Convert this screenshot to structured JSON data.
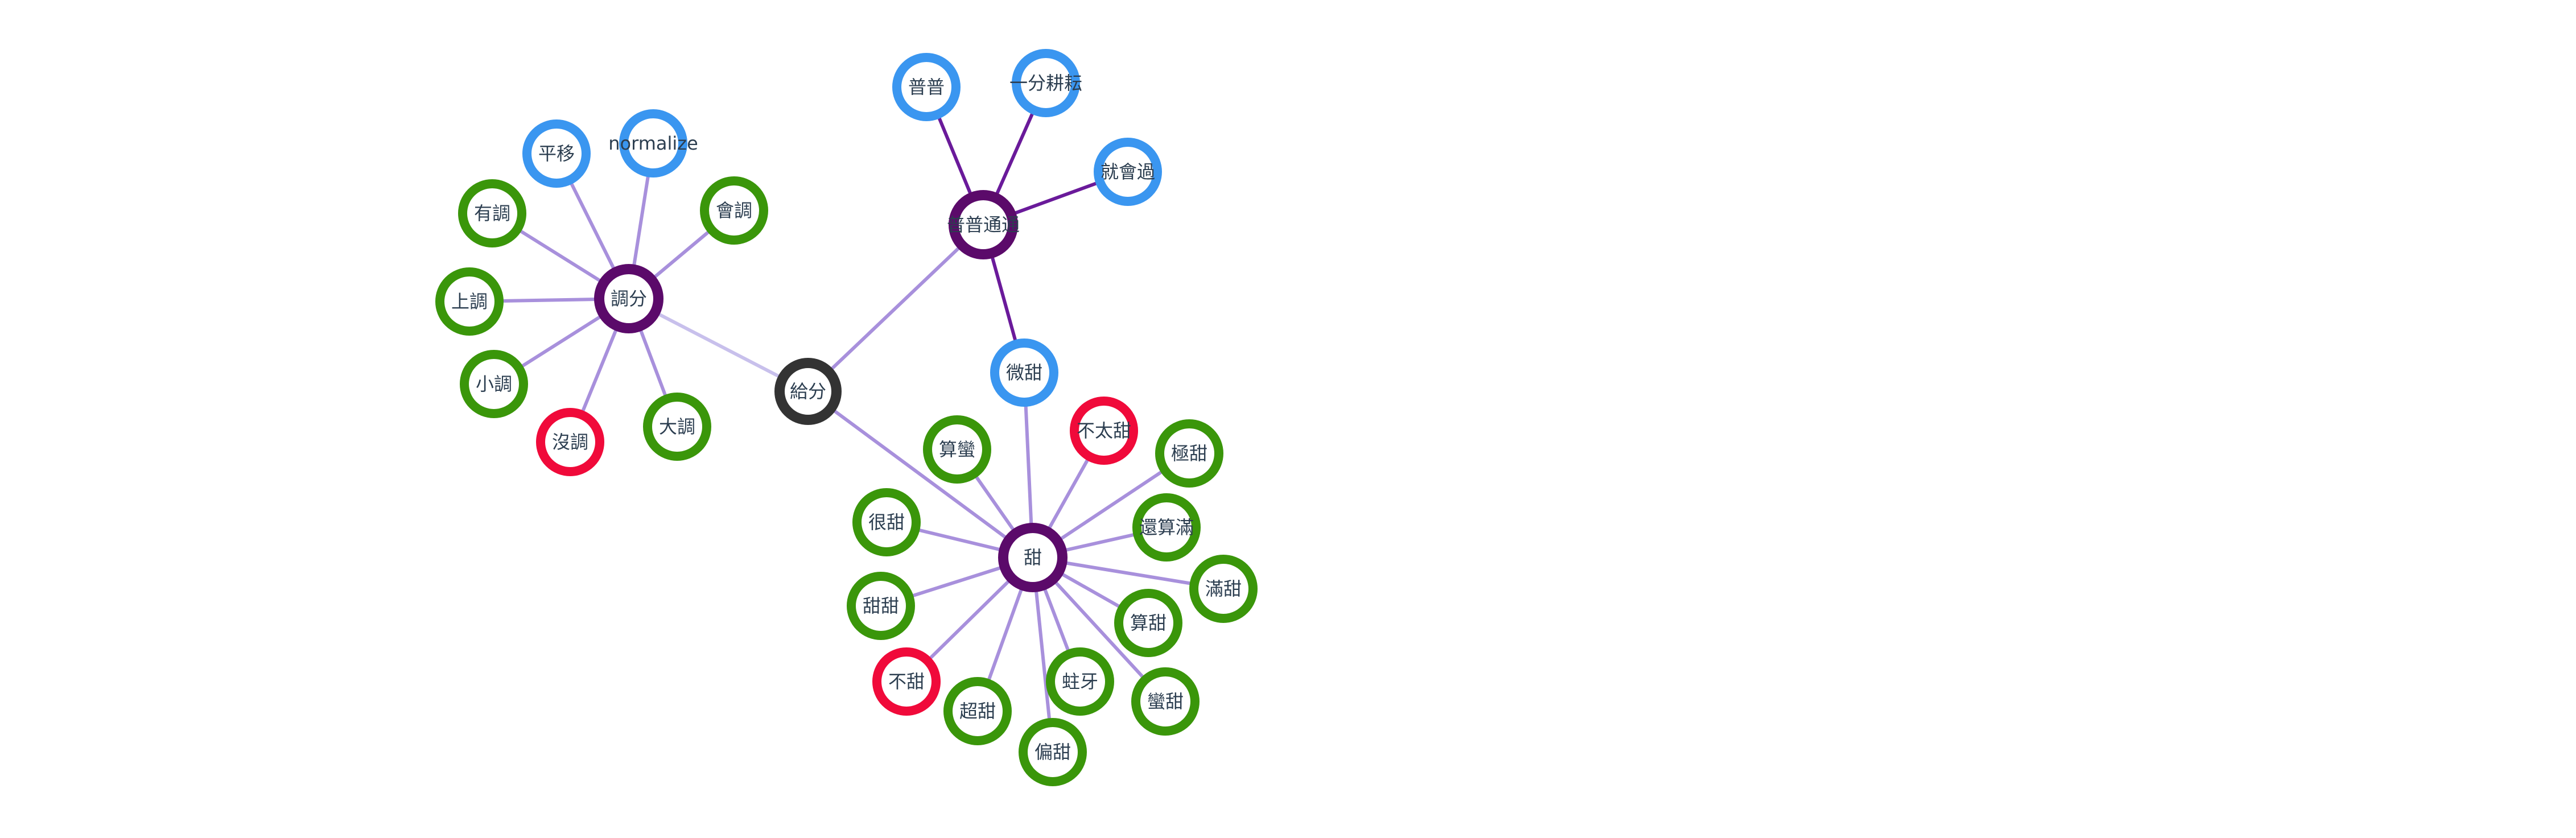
{
  "colors": {
    "root": "#333333",
    "hub": "#5b0a6a",
    "blue": "#3a96f0",
    "green": "#3a960a",
    "red": "#f00a3a",
    "edge_light": "#c8c0ec",
    "edge_mid": "#a890dc",
    "edge_dark": "#6a1a9a"
  },
  "nodes": [
    {
      "id": "root",
      "label": "給分",
      "group": "root"
    },
    {
      "id": "tiaofen",
      "label": "調分",
      "group": "hub"
    },
    {
      "id": "pingyi",
      "label": "平移",
      "group": "blue"
    },
    {
      "id": "normalize",
      "label": "normalize",
      "group": "blue"
    },
    {
      "id": "huitiao",
      "label": "會調",
      "group": "green"
    },
    {
      "id": "youtiao",
      "label": "有調",
      "group": "green"
    },
    {
      "id": "shangtiao",
      "label": "上調",
      "group": "green"
    },
    {
      "id": "xiaotiao",
      "label": "小調",
      "group": "green"
    },
    {
      "id": "meitiao",
      "label": "沒調",
      "group": "red"
    },
    {
      "id": "datiao",
      "label": "大調",
      "group": "green"
    },
    {
      "id": "pupu_hub",
      "label": "普普通通",
      "group": "hub"
    },
    {
      "id": "pupu",
      "label": "普普",
      "group": "blue"
    },
    {
      "id": "yifen",
      "label": "一分耕耘",
      "group": "blue"
    },
    {
      "id": "jiuhuiguo",
      "label": "就會過",
      "group": "blue"
    },
    {
      "id": "weitian",
      "label": "微甜",
      "group": "blue"
    },
    {
      "id": "tian",
      "label": "甜",
      "group": "hub"
    },
    {
      "id": "suanman",
      "label": "算蠻",
      "group": "green"
    },
    {
      "id": "butaitian",
      "label": "不太甜",
      "group": "red"
    },
    {
      "id": "jitian",
      "label": "極甜",
      "group": "green"
    },
    {
      "id": "hentian",
      "label": "很甜",
      "group": "green"
    },
    {
      "id": "haisuanman",
      "label": "還算滿",
      "group": "green"
    },
    {
      "id": "mantian",
      "label": "滿甜",
      "group": "green"
    },
    {
      "id": "tiantian",
      "label": "甜甜",
      "group": "green"
    },
    {
      "id": "suantian",
      "label": "算甜",
      "group": "green"
    },
    {
      "id": "butian",
      "label": "不甜",
      "group": "red"
    },
    {
      "id": "zhuya",
      "label": "蛀牙",
      "group": "green"
    },
    {
      "id": "mantian2",
      "label": "蠻甜",
      "group": "green"
    },
    {
      "id": "chaotian",
      "label": "超甜",
      "group": "green"
    },
    {
      "id": "piantian",
      "label": "偏甜",
      "group": "green"
    }
  ],
  "edges": [
    {
      "from": "root",
      "to": "tiaofen",
      "tone": "light"
    },
    {
      "from": "root",
      "to": "pupu_hub",
      "tone": "mid"
    },
    {
      "from": "root",
      "to": "tian",
      "tone": "mid"
    },
    {
      "from": "tiaofen",
      "to": "pingyi",
      "tone": "mid"
    },
    {
      "from": "tiaofen",
      "to": "normalize",
      "tone": "mid"
    },
    {
      "from": "tiaofen",
      "to": "huitiao",
      "tone": "mid"
    },
    {
      "from": "tiaofen",
      "to": "youtiao",
      "tone": "mid"
    },
    {
      "from": "tiaofen",
      "to": "shangtiao",
      "tone": "mid"
    },
    {
      "from": "tiaofen",
      "to": "xiaotiao",
      "tone": "mid"
    },
    {
      "from": "tiaofen",
      "to": "meitiao",
      "tone": "mid"
    },
    {
      "from": "tiaofen",
      "to": "datiao",
      "tone": "mid"
    },
    {
      "from": "pupu_hub",
      "to": "pupu",
      "tone": "dark"
    },
    {
      "from": "pupu_hub",
      "to": "yifen",
      "tone": "dark"
    },
    {
      "from": "pupu_hub",
      "to": "jiuhuiguo",
      "tone": "dark"
    },
    {
      "from": "pupu_hub",
      "to": "weitian",
      "tone": "dark"
    },
    {
      "from": "weitian",
      "to": "tian",
      "tone": "mid"
    },
    {
      "from": "tian",
      "to": "suanman",
      "tone": "mid"
    },
    {
      "from": "tian",
      "to": "butaitian",
      "tone": "mid"
    },
    {
      "from": "tian",
      "to": "jitian",
      "tone": "mid"
    },
    {
      "from": "tian",
      "to": "hentian",
      "tone": "mid"
    },
    {
      "from": "tian",
      "to": "haisuanman",
      "tone": "mid"
    },
    {
      "from": "tian",
      "to": "mantian",
      "tone": "mid"
    },
    {
      "from": "tian",
      "to": "tiantian",
      "tone": "mid"
    },
    {
      "from": "tian",
      "to": "suantian",
      "tone": "mid"
    },
    {
      "from": "tian",
      "to": "butian",
      "tone": "mid"
    },
    {
      "from": "tian",
      "to": "zhuya",
      "tone": "mid"
    },
    {
      "from": "tian",
      "to": "mantian2",
      "tone": "mid"
    },
    {
      "from": "tian",
      "to": "chaotian",
      "tone": "mid"
    },
    {
      "from": "tian",
      "to": "piantian",
      "tone": "mid"
    }
  ]
}
